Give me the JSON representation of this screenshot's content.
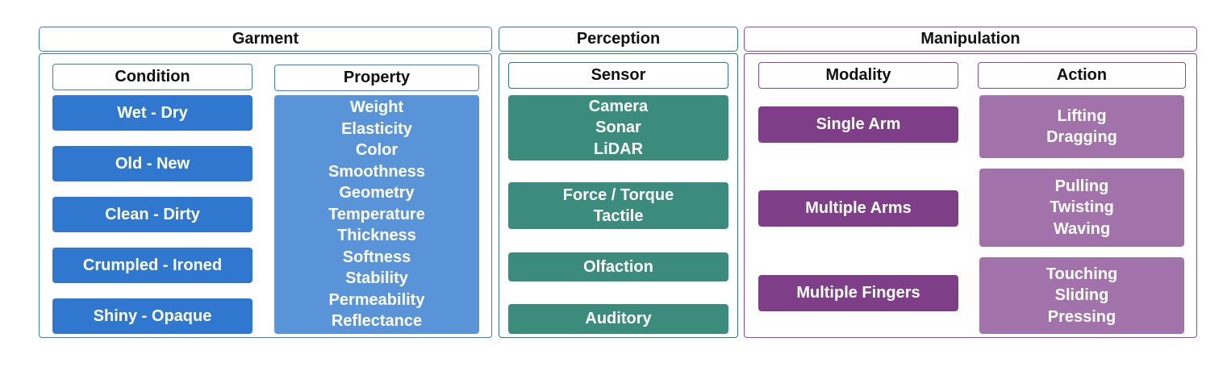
{
  "colors": {
    "garment_border": "#3a7dc9",
    "perception_border": "#2e7f66",
    "manipulation_border": "#8a4c94",
    "condition_fill": "#3077cf",
    "property_fill": "#5a94d8",
    "sensor_fill": "#3b8c7c",
    "modality_fill": "#7e3f88",
    "action_fill": "#a273ab"
  },
  "garment": {
    "title": "Garment",
    "condition": {
      "title": "Condition",
      "items": [
        "Wet - Dry",
        "Old - New",
        "Clean - Dirty",
        "Crumpled - Ironed",
        "Shiny - Opaque"
      ]
    },
    "property": {
      "title": "Property",
      "items": [
        "Weight",
        "Elasticity",
        "Color",
        "Smoothness",
        "Geometry",
        "Temperature",
        "Thickness",
        "Softness",
        "Stability",
        "Permeability",
        "Reflectance"
      ]
    }
  },
  "perception": {
    "title": "Perception",
    "sensor": {
      "title": "Sensor",
      "groups": [
        [
          "Camera",
          "Sonar",
          "LiDAR"
        ],
        [
          "Force / Torque",
          "Tactile"
        ],
        [
          "Olfaction"
        ],
        [
          "Auditory"
        ]
      ]
    }
  },
  "manipulation": {
    "title": "Manipulation",
    "modality": {
      "title": "Modality",
      "items": [
        "Single Arm",
        "Multiple Arms",
        "Multiple Fingers"
      ]
    },
    "action": {
      "title": "Action",
      "groups": [
        [
          "Lifting",
          "Dragging"
        ],
        [
          "Pulling",
          "Twisting",
          "Waving"
        ],
        [
          "Touching",
          "Sliding",
          "Pressing"
        ]
      ]
    }
  }
}
